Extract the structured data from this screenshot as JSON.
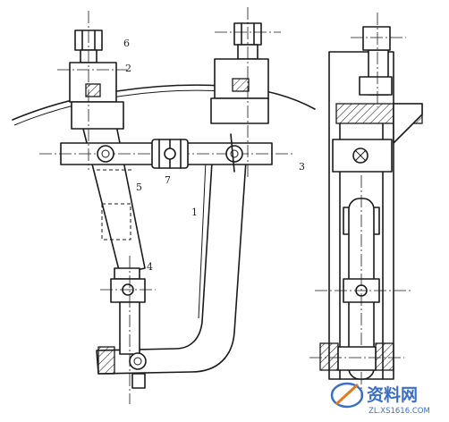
{
  "diagram": {
    "part_labels": {
      "p1": "1",
      "p2": "2",
      "p3": "3",
      "p4": "4",
      "p5": "5",
      "p6": "6",
      "p7": "7"
    }
  },
  "watermark": {
    "brand": "资料网",
    "url": "ZL.XS1616.COM"
  }
}
